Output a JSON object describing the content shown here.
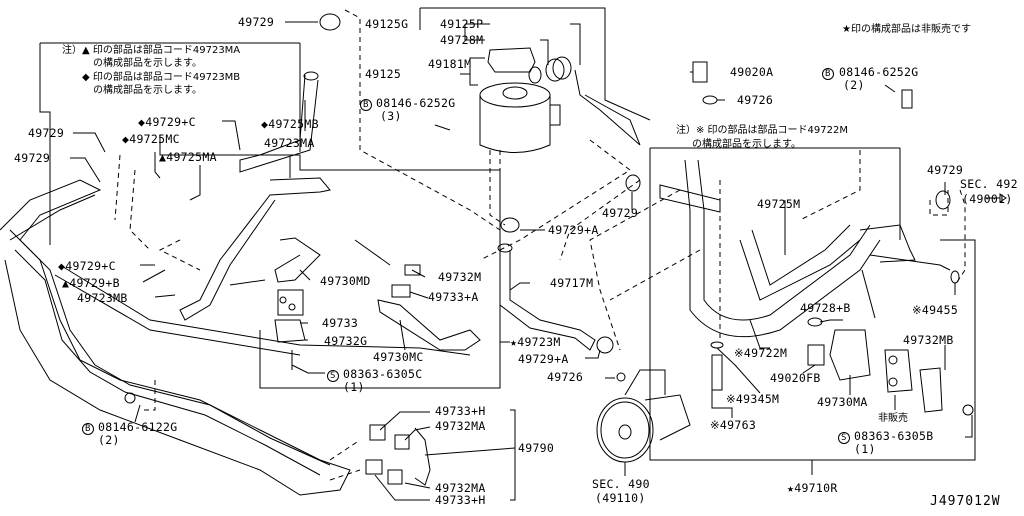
{
  "diagram": {
    "title_code": "J497012W",
    "legend_star": "★印の構成部品は非販売です",
    "note_49723": {
      "line1": "注）▲ 印の部品は部品コード49723MA",
      "line2": "の構成部品を示します。",
      "line3": "◆ 印の部品は部品コード49723MB",
      "line4": "の構成部品を示します。"
    },
    "note_49722": {
      "line1": "注）※ 印の部品は部品コード49722M",
      "line2": "の構成部品を示します。"
    },
    "labels": {
      "p49729_top": "49729",
      "p49125G": "49125G",
      "p49125P": "49125P",
      "p49728M": "49728M",
      "p49125": "49125",
      "p49181M": "49181M",
      "p08146_6252G_a": "08146-6252G",
      "p08146_6252G_a_qty": "(3)",
      "p49020A": "49020A",
      "p49726_top": "49726",
      "p08146_6252G_b": "08146-6252G",
      "p08146_6252G_b_qty": "(2)",
      "p49729_l1": "49729",
      "p49729_l2": "49729",
      "p49729C_a": "◆49729+C",
      "p49725MC": "◆49725MC",
      "p49725MA": "▲49725MA",
      "p49725MB": "◆49725MB",
      "p49723MA": "49723MA",
      "p49729C_b": "◆49729+C",
      "p49729B": "▲49729+B",
      "p49723MB": "49723MB",
      "p49730MD": "49730MD",
      "p49733": "49733",
      "p49732G": "49732G",
      "p08363_6305C": "08363-6305C",
      "p08363_6305C_qty": "(1)",
      "p49732M": "49732M",
      "p49733A": "49733+A",
      "p49730MC": "49730MC",
      "p49729_mid": "49729",
      "p49729A_a": "49729+A",
      "p49717M": "49717M",
      "p49723M": "★49723M",
      "p49729A_b": "49729+A",
      "p49726_mid": "49726",
      "p49725M": "49725M",
      "p49729_right": "49729",
      "sec492": "SEC. 492",
      "sec492_sub": "(49001)",
      "p49455": "※49455",
      "p49728B": "49728+B",
      "p49722M": "※49722M",
      "p49020FB": "49020FB",
      "p49345M": "※49345M",
      "p49763": "※49763",
      "p49730MA": "49730MA",
      "p49732MB": "49732MB",
      "not_sold": "非販売",
      "p08363_6305B": "08363-6305B",
      "p08363_6305B_qty": "(1)",
      "p49710R": "★49710R",
      "sec490": "SEC. 490",
      "sec490_sub": "(49110)",
      "p08146_6122G": "08146-6122G",
      "p08146_6122G_qty": "(2)",
      "p49733H_a": "49733+H",
      "p49732MA_a": "49732MA",
      "p49790": "49790",
      "p49732MA_b": "49732MA",
      "p49733H_b": "49733+H"
    },
    "symbols": {
      "bolt_b": "B",
      "screw_s": "S"
    }
  }
}
